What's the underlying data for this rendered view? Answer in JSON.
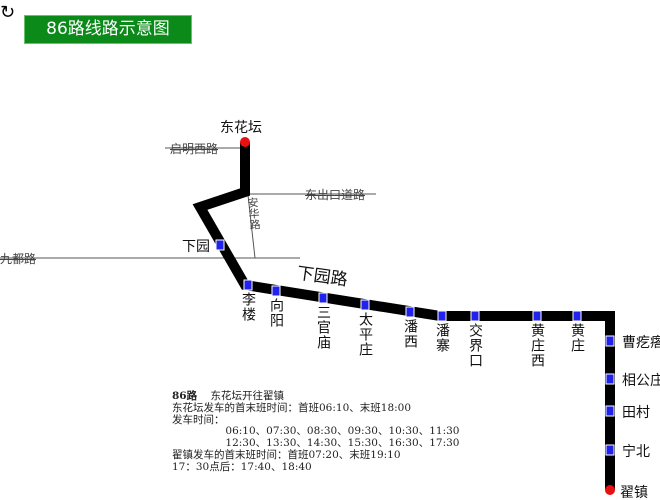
{
  "title": "86路线路示意图",
  "compass_icon": "rotate-arrow-icon",
  "colors": {
    "route": "#000000",
    "station": "#2222ee",
    "terminal": "#e81010",
    "title_bg": "#0b8a1a"
  },
  "street_name": "下园路",
  "roads": [
    "启明西路",
    "东出口道路",
    "九都路",
    "安华路"
  ],
  "terminals": {
    "start": "东花坛",
    "end": "翟镇"
  },
  "stations": [
    "下园",
    "李楼",
    "向阳",
    "三官庙",
    "太平庄",
    "潘西",
    "潘寨",
    "交界口",
    "黄庄西",
    "黄庄",
    "曹疙瘩",
    "相公庄",
    "田村",
    "宁北"
  ],
  "schedule": {
    "route": "86路",
    "direction": "东花坛开往翟镇",
    "line1": "东花坛发车的首末班时间：首班06:10、末班18:00",
    "line2": "发车时间：",
    "line3": "06:10、07:30、08:30、09:30、10:30、11:30",
    "line4": "12:30、13:30、14:30、15:30、16:30、17:30",
    "line5": "翟镇发车的首末班时间：首班07:20、末班19:10",
    "line6": "17：30点后：17:40、18:40"
  }
}
